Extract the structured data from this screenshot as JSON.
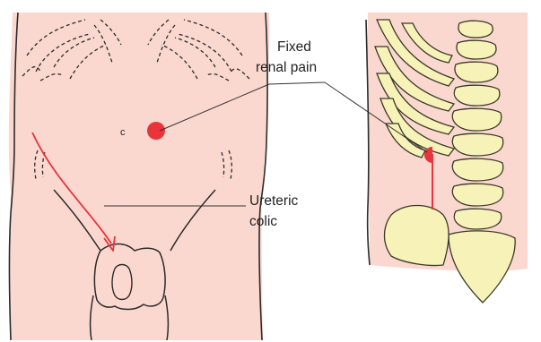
{
  "labels": {
    "fixed_renal_pain_line1": "Fixed",
    "fixed_renal_pain_line2": "renal pain",
    "ureteric_colic_line1": "Ureteric",
    "ureteric_colic_line2": "colic",
    "umbilicus_mark": "c"
  },
  "colors": {
    "skin": "#fbd8cf",
    "outline": "#2b2b2b",
    "pain_marker": "#e8343a",
    "bone": "#f7f2b8",
    "bone_outline": "#3a3a2a",
    "leader_line": "#333333"
  }
}
